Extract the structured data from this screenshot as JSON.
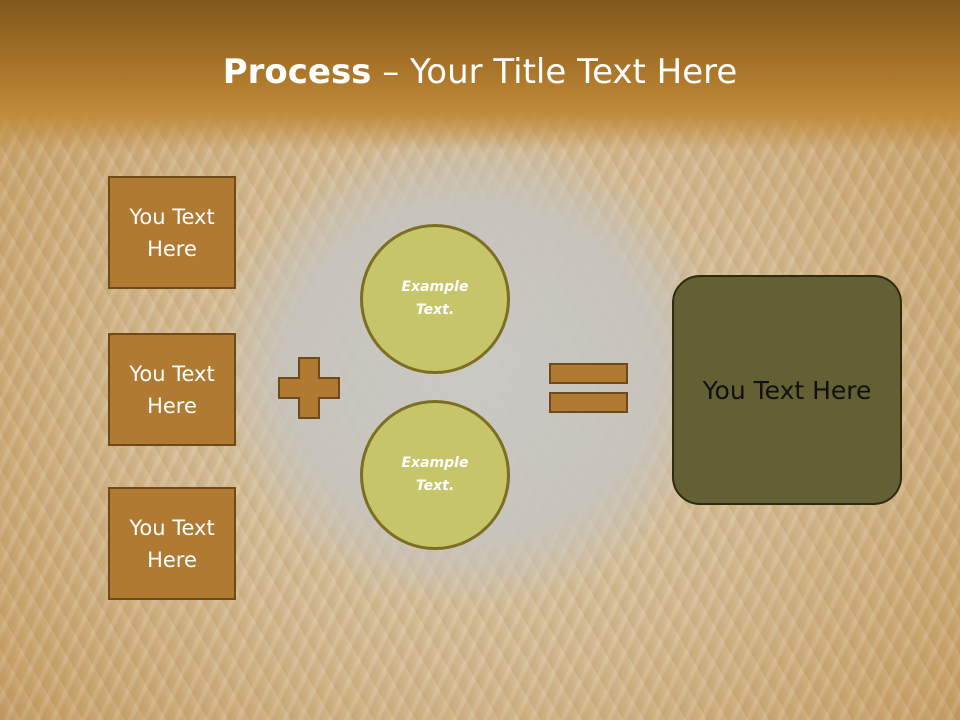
{
  "title": {
    "bold": "Process",
    "rest": " – Your Title Text Here"
  },
  "left_boxes": [
    {
      "label": "You Text Here"
    },
    {
      "label": "You Text Here"
    },
    {
      "label": "You Text Here"
    }
  ],
  "circles": [
    {
      "label": "Example Text."
    },
    {
      "label": "Example Text."
    }
  ],
  "result": {
    "label": "You Text Here"
  },
  "operators": {
    "plus": "plus-icon",
    "equals": "equals-icon"
  },
  "colors": {
    "header": "#a87428",
    "box_fill": "#b07a32",
    "circle_fill": "#c7c56a",
    "result_fill": "#636033",
    "operator_fill": "#b07a32"
  }
}
